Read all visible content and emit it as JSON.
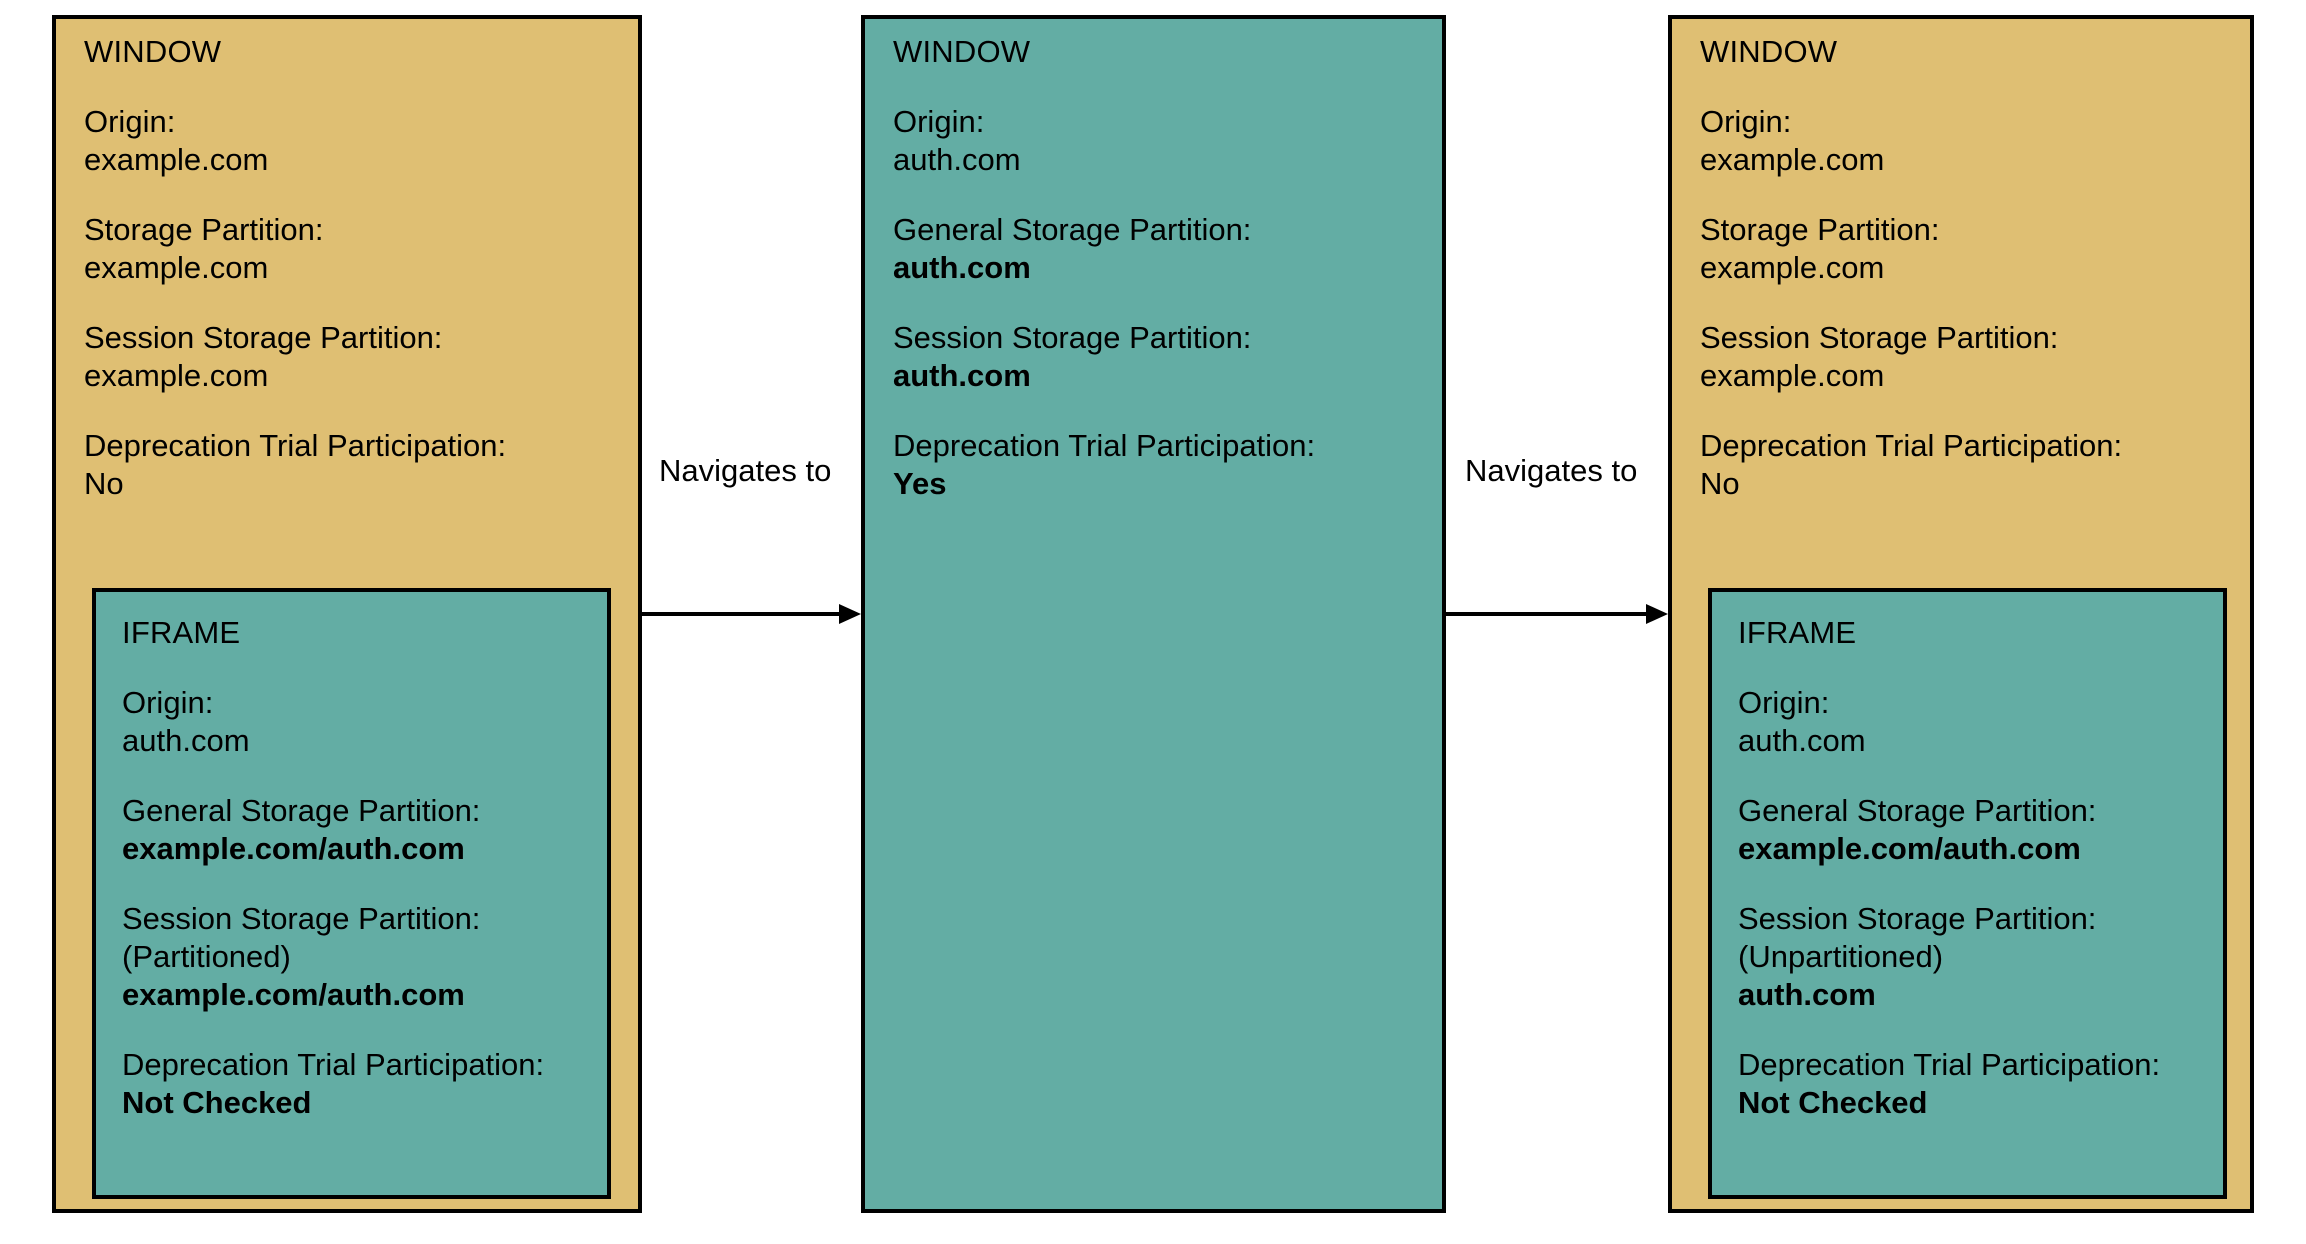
{
  "diagram": {
    "colors": {
      "window_tan": "#dfbf73",
      "window_teal": "#63ada4",
      "iframe_teal": "#63ada4",
      "border": "#000000",
      "background": "#ffffff",
      "text": "#000000"
    },
    "panels": [
      {
        "id": "panel-1",
        "title": "WINDOW",
        "fill": "tan",
        "fields": [
          {
            "label": "Origin:",
            "value": "example.com",
            "bold": false
          },
          {
            "label": "Storage Partition:",
            "value": "example.com",
            "bold": false
          },
          {
            "label": "Session Storage Partition:",
            "value": "example.com",
            "bold": false
          },
          {
            "label": "Deprecation Trial Participation:",
            "value": "No",
            "bold": false
          }
        ],
        "iframe": {
          "title": "IFRAME",
          "fill": "teal",
          "fields": [
            {
              "label": "Origin:",
              "value": "auth.com",
              "bold": false
            },
            {
              "label": "General Storage Partition:",
              "value": "example.com/auth.com",
              "bold": true
            },
            {
              "label": "Session Storage Partition:",
              "sub": "(Partitioned)",
              "value": "example.com/auth.com",
              "bold": true
            },
            {
              "label": "Deprecation Trial Participation:",
              "value": "Not Checked",
              "bold": true
            }
          ]
        }
      },
      {
        "id": "panel-2",
        "title": "WINDOW",
        "fill": "teal",
        "fields": [
          {
            "label": "Origin:",
            "value": "auth.com",
            "bold": false
          },
          {
            "label": "General Storage Partition:",
            "value": "auth.com",
            "bold": true
          },
          {
            "label": "Session Storage Partition:",
            "value": "auth.com",
            "bold": true
          },
          {
            "label": "Deprecation Trial Participation:",
            "value": "Yes",
            "bold": true
          }
        ],
        "iframe": null
      },
      {
        "id": "panel-3",
        "title": "WINDOW",
        "fill": "tan",
        "fields": [
          {
            "label": "Origin:",
            "value": "example.com",
            "bold": false
          },
          {
            "label": "Storage Partition:",
            "value": "example.com",
            "bold": false
          },
          {
            "label": "Session Storage Partition:",
            "value": "example.com",
            "bold": false
          },
          {
            "label": "Deprecation Trial Participation:",
            "value": "No",
            "bold": false
          }
        ],
        "iframe": {
          "title": "IFRAME",
          "fill": "teal",
          "fields": [
            {
              "label": "Origin:",
              "value": "auth.com",
              "bold": false
            },
            {
              "label": "General Storage Partition:",
              "value": "example.com/auth.com",
              "bold": true
            },
            {
              "label": "Session Storage Partition:",
              "sub": "(Unpartitioned)",
              "value": "auth.com",
              "bold": true
            },
            {
              "label": "Deprecation Trial Participation:",
              "value": "Not Checked",
              "bold": true
            }
          ]
        }
      }
    ],
    "arrows": [
      {
        "id": "arrow-1",
        "label": "Navigates to",
        "from": "panel-1",
        "to": "panel-2"
      },
      {
        "id": "arrow-2",
        "label": "Navigates to",
        "from": "panel-2",
        "to": "panel-3"
      }
    ]
  }
}
